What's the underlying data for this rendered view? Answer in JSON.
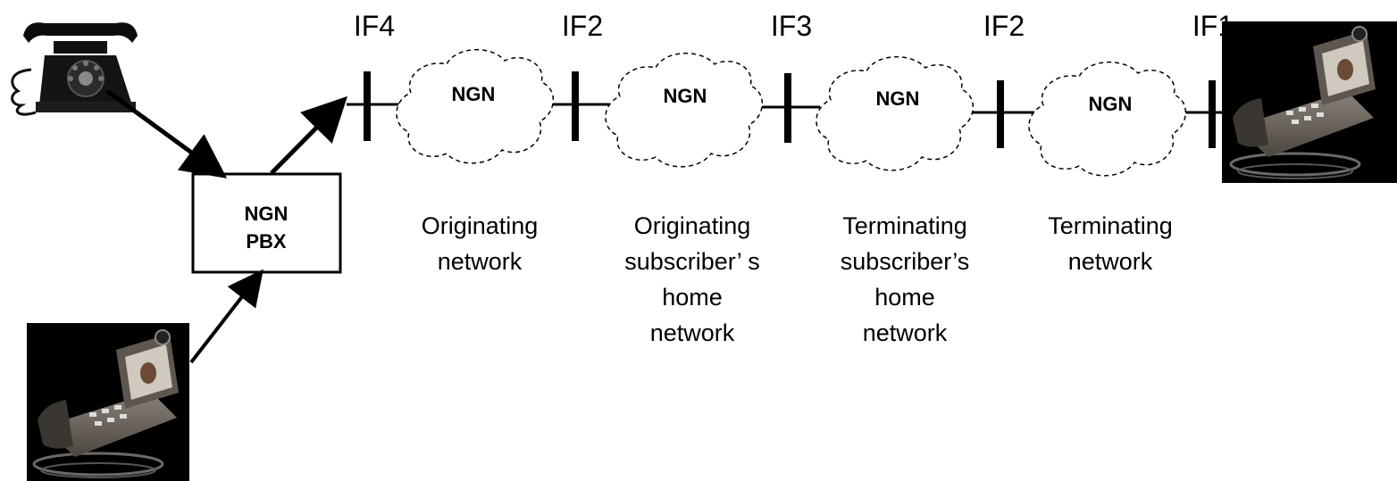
{
  "interfaces": [
    "IF4",
    "IF2",
    "IF3",
    "IF2",
    "IF1"
  ],
  "clouds": [
    {
      "label": "NGN"
    },
    {
      "label": "NGN"
    },
    {
      "label": "NGN"
    },
    {
      "label": "NGN"
    }
  ],
  "pbx": {
    "line1": "NGN",
    "line2": "PBX"
  },
  "network_labels": [
    [
      "Originating",
      "network"
    ],
    [
      "Originating",
      "subscriber’ s",
      "home",
      "network"
    ],
    [
      "Terminating",
      "subscriber’s",
      "home",
      "network"
    ],
    [
      "Terminating",
      "network"
    ]
  ],
  "devices": {
    "rotary_phone": "rotary-phone-icon",
    "video_phone_left": "video-phone-icon",
    "video_phone_right": "video-phone-icon"
  }
}
